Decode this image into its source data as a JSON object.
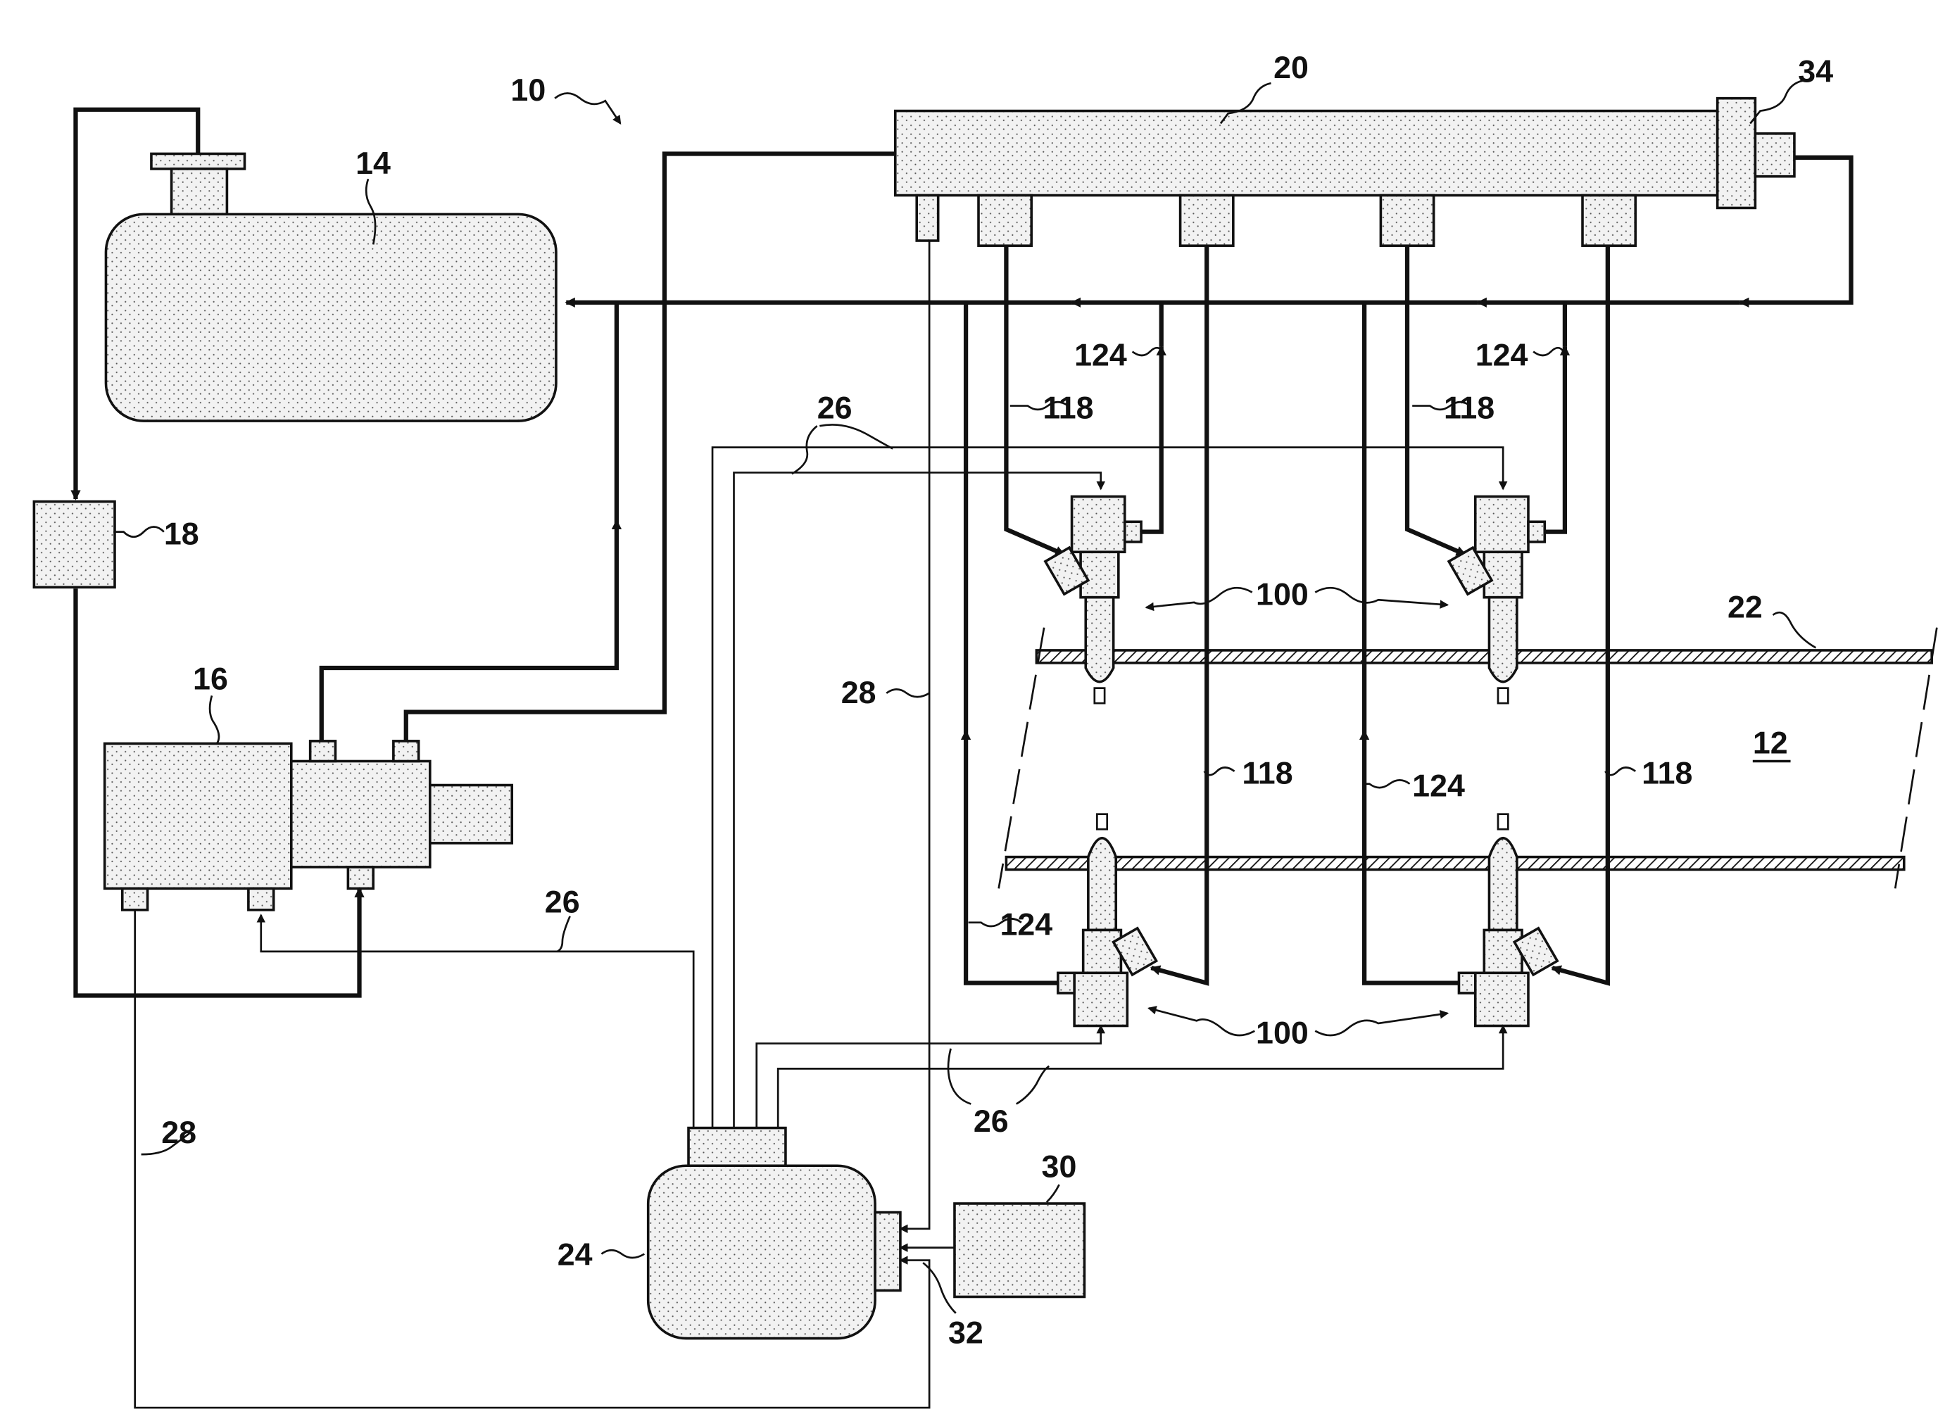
{
  "figure": {
    "ref_system": "10",
    "ref_tank": "14",
    "ref_pump": "16",
    "ref_filter": "18",
    "ref_rail": "20",
    "ref_controller": "24",
    "ref_sensor_unit": "30",
    "ref_valve": "34",
    "ref_engine": "12",
    "ref_wall": "22",
    "ref_signal": "26",
    "ref_sensor_line": "28",
    "ref_input": "32",
    "ref_injector": "100",
    "ref_supply": "118",
    "ref_return": "124"
  },
  "colors": {
    "line": "#111111",
    "fill": "#ededed",
    "dot": "#555555"
  }
}
